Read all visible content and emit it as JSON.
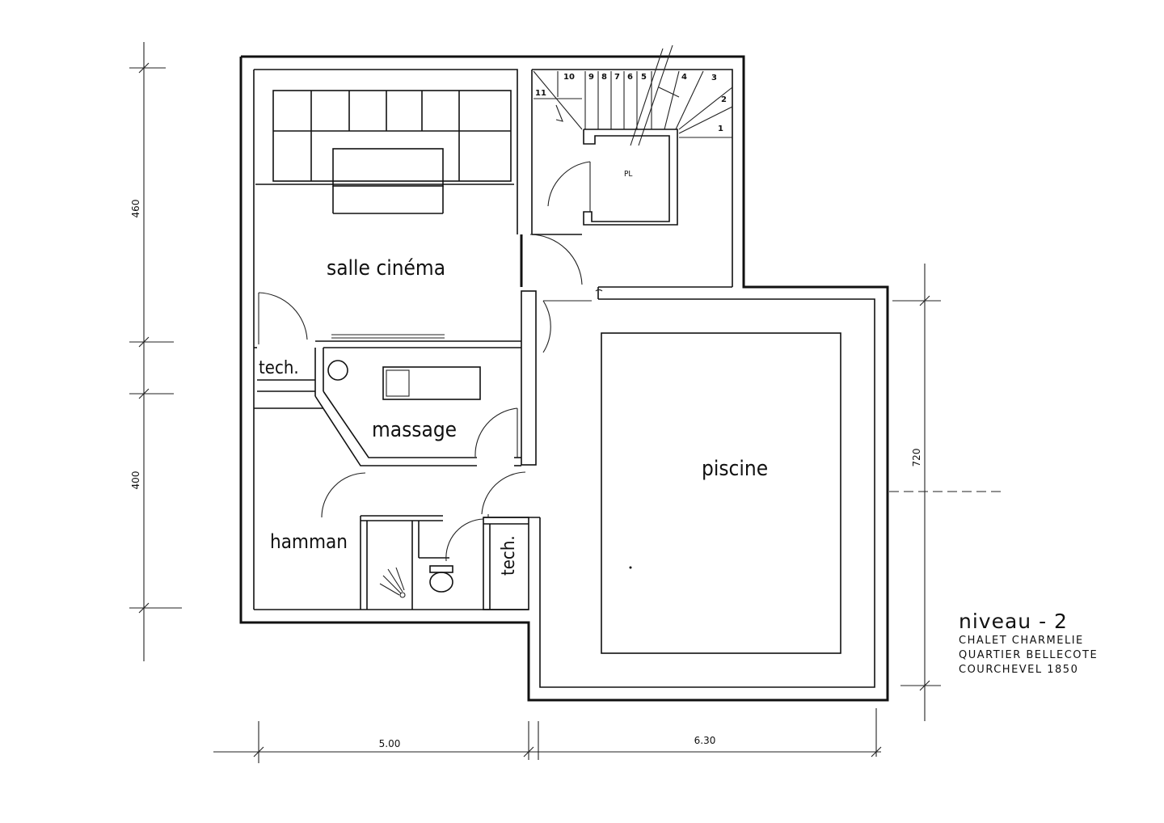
{
  "rooms": {
    "cinema": "salle cinéma",
    "tech_left": "tech.",
    "massage": "massage",
    "pool": "piscine",
    "hammam": "hamman",
    "tech_right": "tech.",
    "lift": "PL"
  },
  "dimensions": {
    "height_top": "460",
    "height_bottom": "400",
    "height_right": "720",
    "width_left": "5.00",
    "width_right": "6.30"
  },
  "stairs": {
    "steps": [
      "1",
      "2",
      "3",
      "4",
      "5",
      "6",
      "7",
      "8",
      "9",
      "10",
      "11"
    ]
  },
  "title": {
    "level": "niveau - 2",
    "line1": "CHALET CHARMELIE",
    "line2": "QUARTIER BELLECOTE",
    "line3": "COURCHEVEL 1850"
  }
}
